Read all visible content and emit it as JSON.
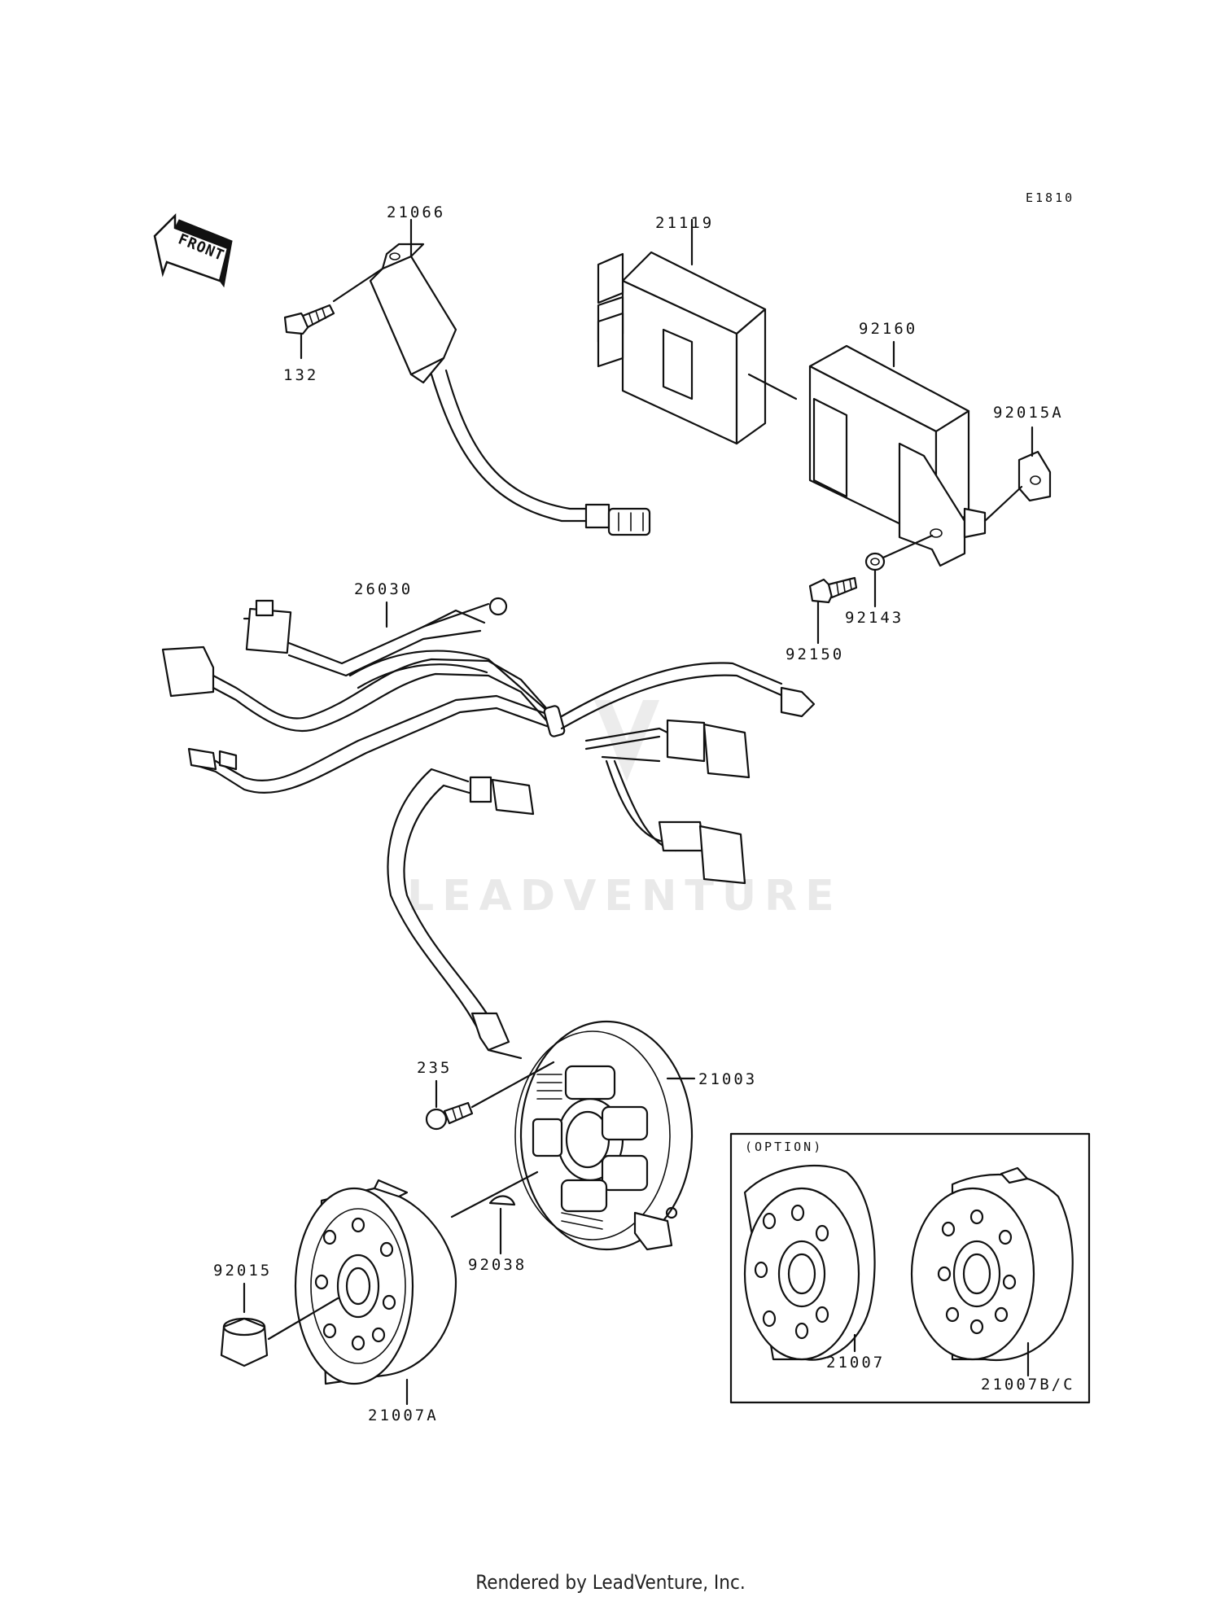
{
  "diagram": {
    "code": "E1810",
    "front_label": "FRONT",
    "watermark": "LEADVENTURE",
    "option_box_title": "(OPTION)",
    "parts": [
      {
        "id": "21066"
      },
      {
        "id": "132"
      },
      {
        "id": "21119"
      },
      {
        "id": "92160"
      },
      {
        "id": "92015A"
      },
      {
        "id": "92143"
      },
      {
        "id": "92150"
      },
      {
        "id": "26030"
      },
      {
        "id": "235"
      },
      {
        "id": "21003"
      },
      {
        "id": "92015"
      },
      {
        "id": "92038"
      },
      {
        "id": "21007A"
      },
      {
        "id": "21007"
      },
      {
        "id": "21007B/C"
      }
    ]
  },
  "footer": {
    "text": "Rendered by LeadVenture, Inc."
  }
}
